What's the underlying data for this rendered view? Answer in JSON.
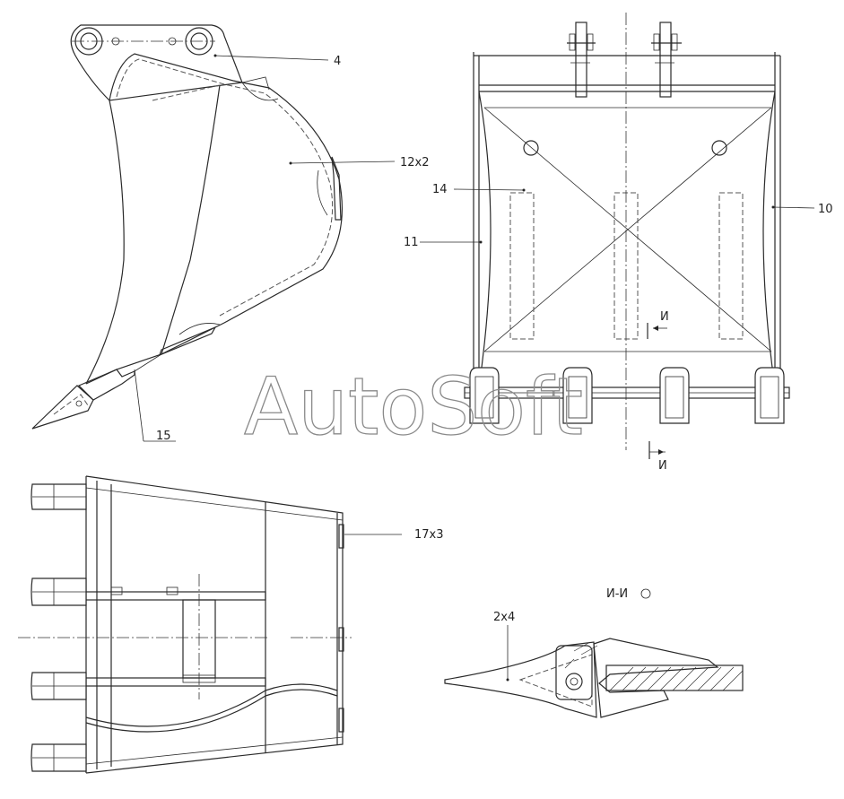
{
  "labels": {
    "part_4": "4",
    "part_12x2": "12x2",
    "part_15": "15",
    "part_10": "10",
    "part_11": "11",
    "part_14": "14",
    "part_17x3": "17x3",
    "part_2x4": "2x4",
    "section_mark_top": "И",
    "section_mark_bottom": "И",
    "section_title": "И-И"
  },
  "watermark": "AutoSoft",
  "colors": {
    "line": "#2a2a2a",
    "watermark": "#8a8a8a",
    "background": "#ffffff"
  }
}
